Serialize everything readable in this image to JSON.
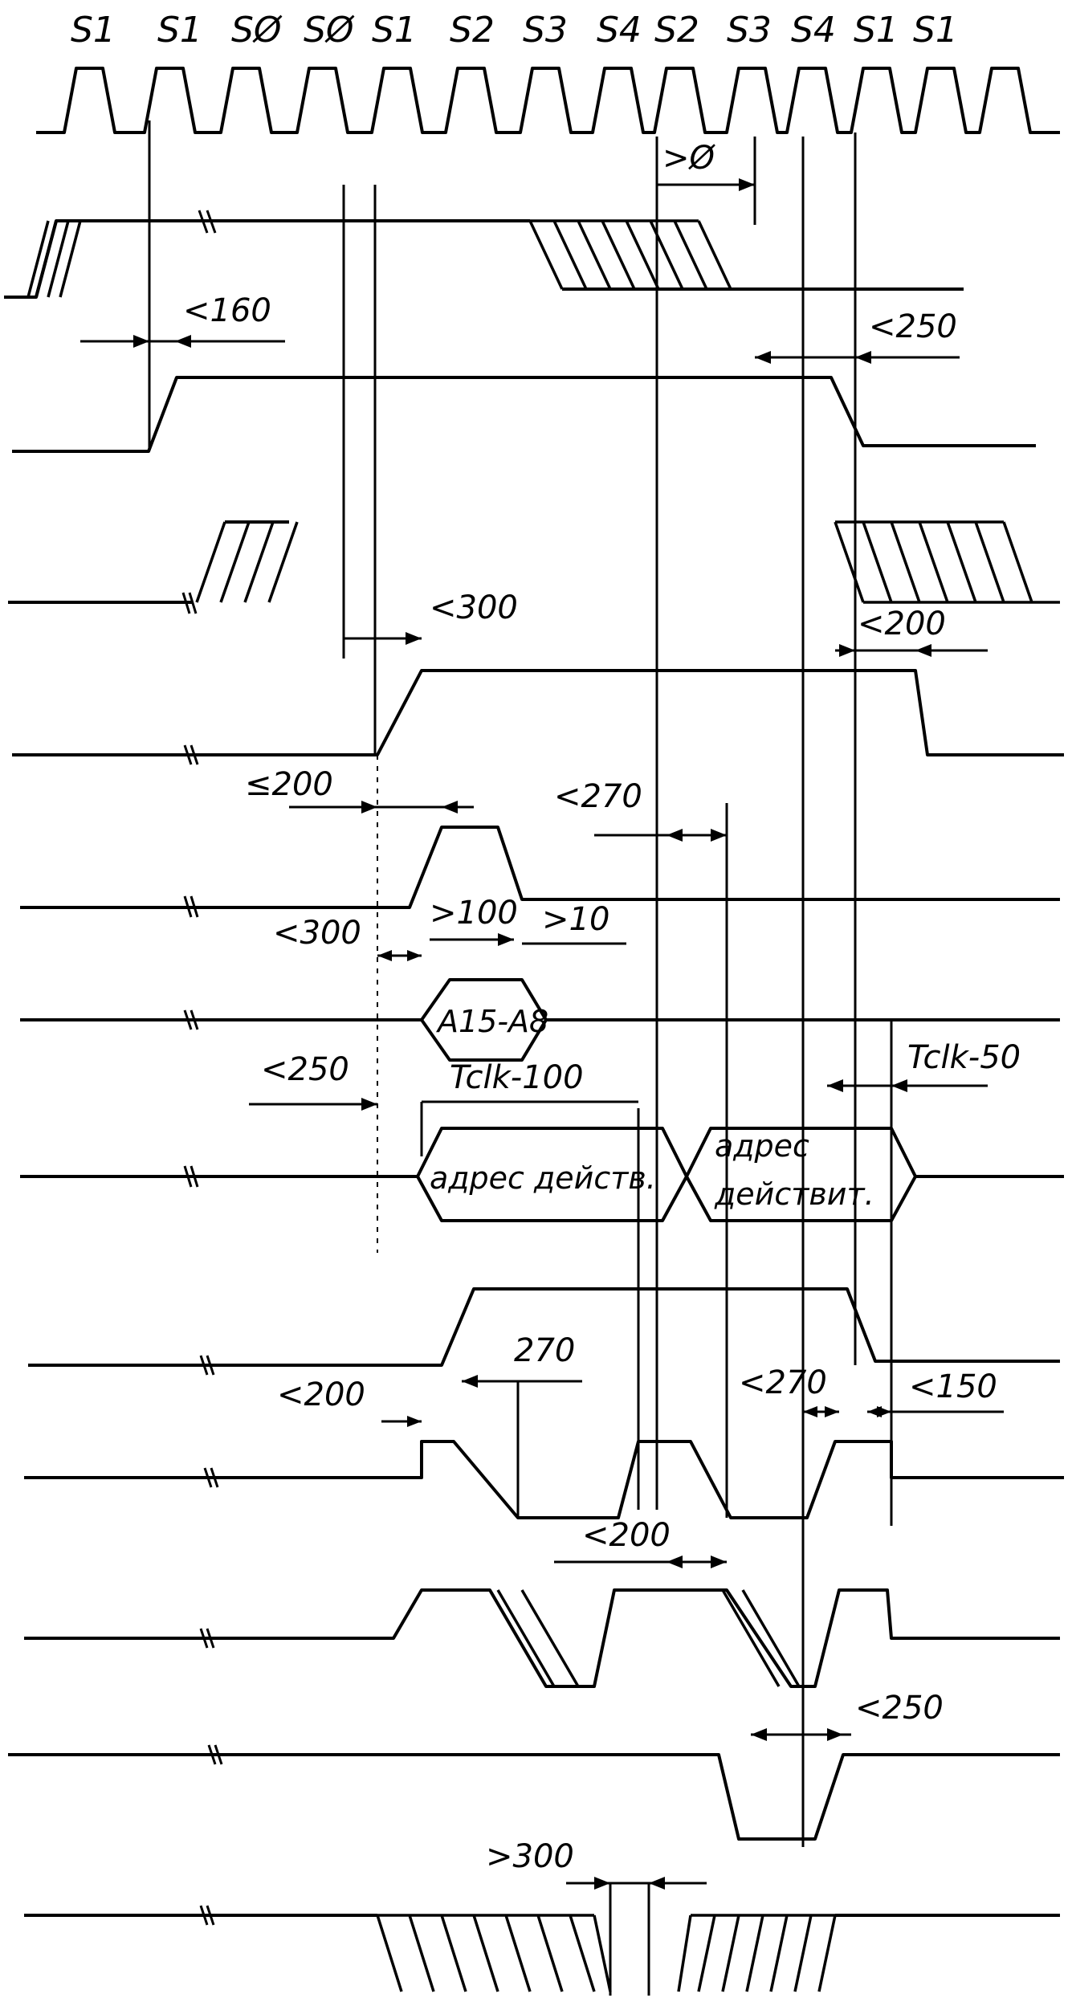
{
  "clock_states": [
    "S1",
    "S1",
    "SØ",
    "SØ",
    "S1",
    "S2",
    "S3",
    "S4",
    "S2",
    "S3",
    "S4",
    "S1",
    "S1"
  ],
  "timing_labels": {
    "t_ge0": ">Ø",
    "t_le160": "<160",
    "t_le250_a": "<250",
    "t_le300_a": "<300",
    "t_le200_a": "<200",
    "t_le200_b": "≤200",
    "t_le270_a": "<270",
    "t_le300_b": "<300",
    "t_ge100": ">100",
    "t_ge10": ">10",
    "t_le250_b": "<250",
    "t_tclk100": "Tclk-100",
    "t_tclk50": "Tclk-50",
    "t_270": "270",
    "t_le200_c": "<200",
    "t_le270_b": "<270",
    "t_le150": "<150",
    "t_le200_d": "<200",
    "t_le250_c": "<250",
    "t_ge300": ">300"
  },
  "bus_labels": {
    "address_high": "A15-A8",
    "address_valid_1": "адрес действ.",
    "address_valid_2_line1": "адрес",
    "address_valid_2_line2": "действит."
  }
}
